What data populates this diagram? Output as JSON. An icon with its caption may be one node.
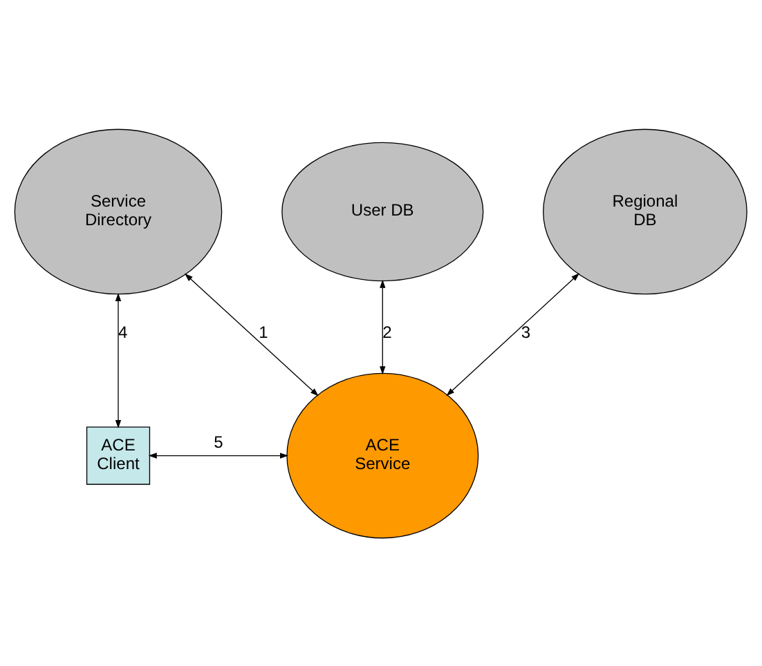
{
  "diagram": {
    "nodes": [
      {
        "text": [
          "Service Directory"
        ]
      },
      {
        "text": [
          "User DB"
        ]
      },
      {
        "text": [
          "Regional DB"
        ]
      },
      {
        "text": [
          "ACE Service"
        ]
      },
      {
        "text": [
          "ACE Client"
        ]
      }
    ],
    "edges": [
      {
        "from": 0,
        "to": 3,
        "arrow": "both",
        "label": "1"
      },
      {
        "from": 1,
        "to": 3,
        "arrow": "both",
        "label": "2"
      },
      {
        "from": 2,
        "to": 3,
        "arrow": "both",
        "label": "3"
      },
      {
        "from": 0,
        "to": 4,
        "arrow": "both",
        "label": "4"
      },
      {
        "from": 4,
        "to": 3,
        "arrow": "both",
        "label": "5"
      }
    ]
  }
}
